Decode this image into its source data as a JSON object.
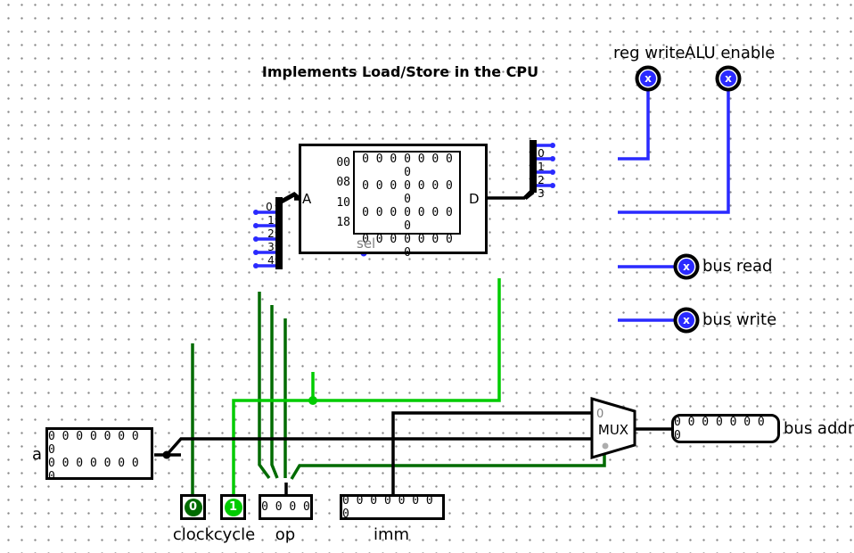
{
  "title": "Implements Load/Store in the CPU",
  "memory": {
    "port_a": "A",
    "port_d": "D",
    "sel_label": "sel",
    "addresses": [
      "00",
      "08",
      "10",
      "18"
    ],
    "rows": [
      "0 0 0 0 0 0 0 0",
      "0 0 0 0 0 0 0 0",
      "0 0 0 0 0 0 0 0",
      "0 0 0 0 0 0 0 0"
    ]
  },
  "splitters": {
    "left_bits": [
      "0",
      "1",
      "2",
      "3",
      "4"
    ],
    "right_bits": [
      "0",
      "1",
      "2",
      "3"
    ]
  },
  "mux": {
    "label": "MUX",
    "input0": "0"
  },
  "outputs": {
    "reg_write": {
      "label": "reg write",
      "value": "x"
    },
    "alu_enable": {
      "label": "ALU enable",
      "value": "x"
    },
    "bus_read": {
      "label": "bus read",
      "value": "x"
    },
    "bus_write": {
      "label": "bus write",
      "value": "x"
    },
    "bus_addr": {
      "label": "bus addr",
      "value": "0 0 0 0 0 0 0 0"
    }
  },
  "probe_a": {
    "label": "a",
    "rows": [
      "0 0 0 0 0 0 0 0",
      "0 0 0 0 0 0 0 0"
    ]
  },
  "inputs": {
    "clock": {
      "label": "clock",
      "value": "0"
    },
    "cycle": {
      "label": "cycle",
      "value": "1"
    },
    "op": {
      "label": "op",
      "value": "0 0 0 0"
    },
    "imm": {
      "label": "imm",
      "value": "0 0 0 0 0 0 0 0"
    }
  },
  "colors": {
    "floating_blue": "#2A2AFF",
    "low_dark_green": "#006B00",
    "high_bright_green": "#00CC00",
    "bundle_black": "#000000",
    "annotation_gray": "#808080"
  }
}
